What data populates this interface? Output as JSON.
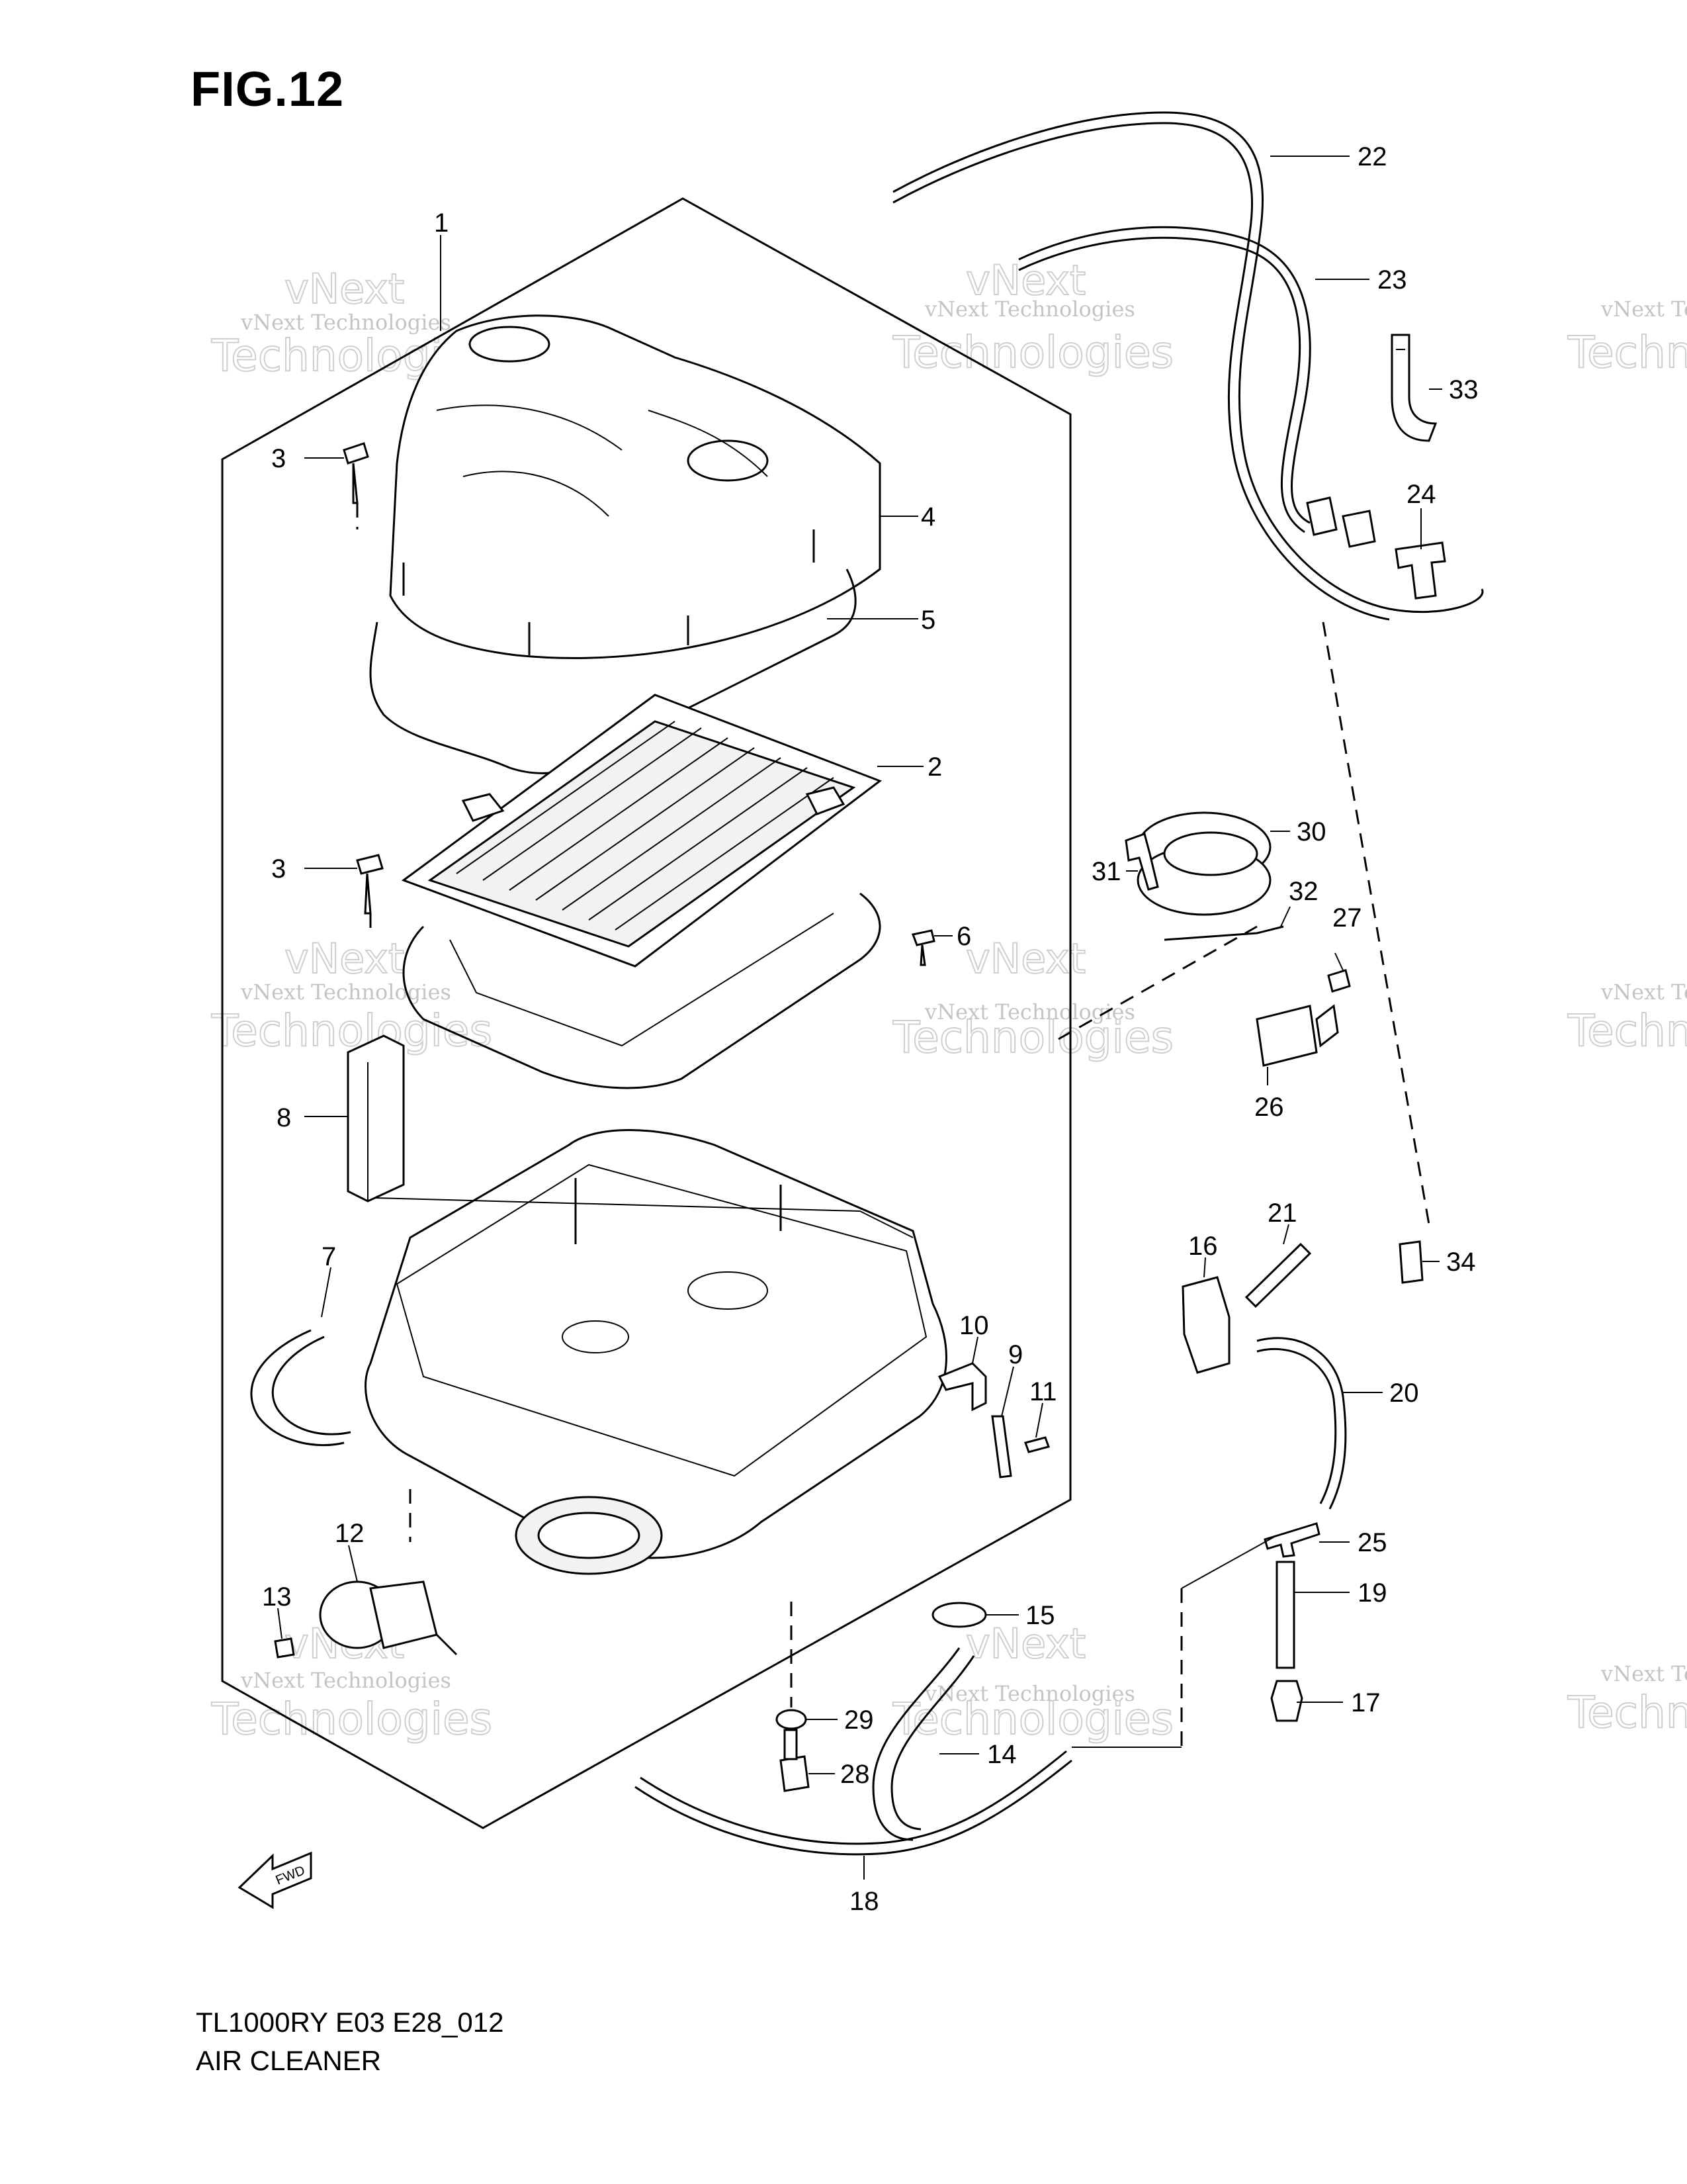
{
  "figure": {
    "title": "FIG.12",
    "model_code": "TL1000RY E03 E28_012",
    "name": "AIR CLEANER",
    "direction_marker": "FWD"
  },
  "watermark": {
    "small": "vNext Technologies",
    "big": "Technologies",
    "top": "vNext"
  },
  "callouts": [
    {
      "id": "1",
      "label": "1"
    },
    {
      "id": "2",
      "label": "2"
    },
    {
      "id": "3a",
      "label": "3"
    },
    {
      "id": "3b",
      "label": "3"
    },
    {
      "id": "4",
      "label": "4"
    },
    {
      "id": "5",
      "label": "5"
    },
    {
      "id": "6",
      "label": "6"
    },
    {
      "id": "7",
      "label": "7"
    },
    {
      "id": "8",
      "label": "8"
    },
    {
      "id": "9",
      "label": "9"
    },
    {
      "id": "10",
      "label": "10"
    },
    {
      "id": "11",
      "label": "11"
    },
    {
      "id": "12",
      "label": "12"
    },
    {
      "id": "13",
      "label": "13"
    },
    {
      "id": "14",
      "label": "14"
    },
    {
      "id": "15",
      "label": "15"
    },
    {
      "id": "16",
      "label": "16"
    },
    {
      "id": "17",
      "label": "17"
    },
    {
      "id": "18",
      "label": "18"
    },
    {
      "id": "19",
      "label": "19"
    },
    {
      "id": "20",
      "label": "20"
    },
    {
      "id": "21",
      "label": "21"
    },
    {
      "id": "22",
      "label": "22"
    },
    {
      "id": "23",
      "label": "23"
    },
    {
      "id": "24",
      "label": "24"
    },
    {
      "id": "25",
      "label": "25"
    },
    {
      "id": "26",
      "label": "26"
    },
    {
      "id": "27",
      "label": "27"
    },
    {
      "id": "28",
      "label": "28"
    },
    {
      "id": "29",
      "label": "29"
    },
    {
      "id": "30",
      "label": "30"
    },
    {
      "id": "31",
      "label": "31"
    },
    {
      "id": "32",
      "label": "32"
    },
    {
      "id": "33",
      "label": "33"
    },
    {
      "id": "34",
      "label": "34"
    }
  ]
}
